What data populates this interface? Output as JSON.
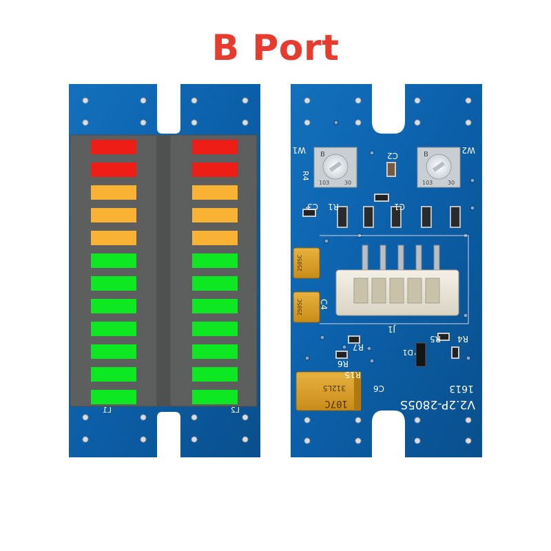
{
  "title": {
    "text": "B Port",
    "color": "#e63c2f"
  },
  "colors": {
    "pcb": "#0b5fa8",
    "pcb_dark": "#0a4f8c",
    "bar_body": "#5d5f5f",
    "led_red": "#ee1d16",
    "led_amber": "#f9b234",
    "led_green": "#0ee823"
  },
  "led_bars": [
    {
      "label": "L1",
      "segments": [
        "red",
        "red",
        "amber",
        "amber",
        "amber",
        "green",
        "green",
        "green",
        "green",
        "green",
        "green",
        "green"
      ]
    },
    {
      "label": "L2",
      "segments": [
        "red",
        "red",
        "amber",
        "amber",
        "amber",
        "green",
        "green",
        "green",
        "green",
        "green",
        "green",
        "green"
      ]
    }
  ],
  "silkscreen": {
    "w1": "W1",
    "w2": "W2",
    "r4_top": "R4",
    "c2": "C2",
    "r1": "R1",
    "c3": "C3",
    "c1": "C1",
    "c4": "C4",
    "j1": "J1",
    "r7": "R7",
    "r5": "R5",
    "r4": "R4",
    "r6": "R6",
    "r15": "R15",
    "d1": "D1",
    "c6": "C6",
    "model": "V2.2P-2805S",
    "date_code": "1613"
  },
  "pot_markings": {
    "letter": "B",
    "code": "103",
    "rating": "30"
  },
  "capacitor_markings": {
    "small_code": "2505C",
    "large_code": "107C",
    "large_lot": "312L5"
  }
}
